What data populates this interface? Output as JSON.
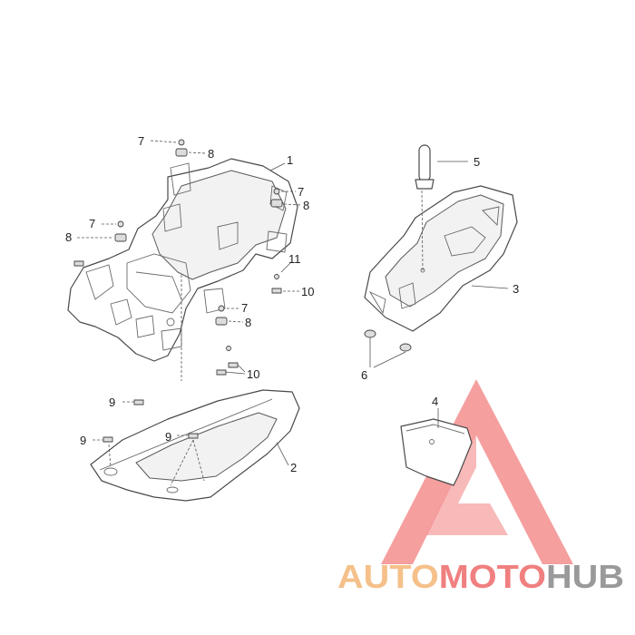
{
  "callouts": {
    "c1": "1",
    "c2": "2",
    "c3": "3",
    "c4": "4",
    "c5": "5",
    "c6": "6",
    "c7a": "7",
    "c7b": "7",
    "c7c": "7",
    "c7d": "7",
    "c8a": "8",
    "c8b": "8",
    "c8c": "8",
    "c8d": "8",
    "c9a": "9",
    "c9b": "9",
    "c9c": "9",
    "c10a": "10",
    "c10b": "10",
    "c11": "11"
  },
  "watermark": {
    "text_left": "AUTO",
    "text_mid": "MOTO",
    "text_right": "HUB",
    "color_left": "#f5c08a",
    "color_mid": "#f08080",
    "color_right": "#9a9a9a",
    "logo_color": "#ef6a6a"
  }
}
